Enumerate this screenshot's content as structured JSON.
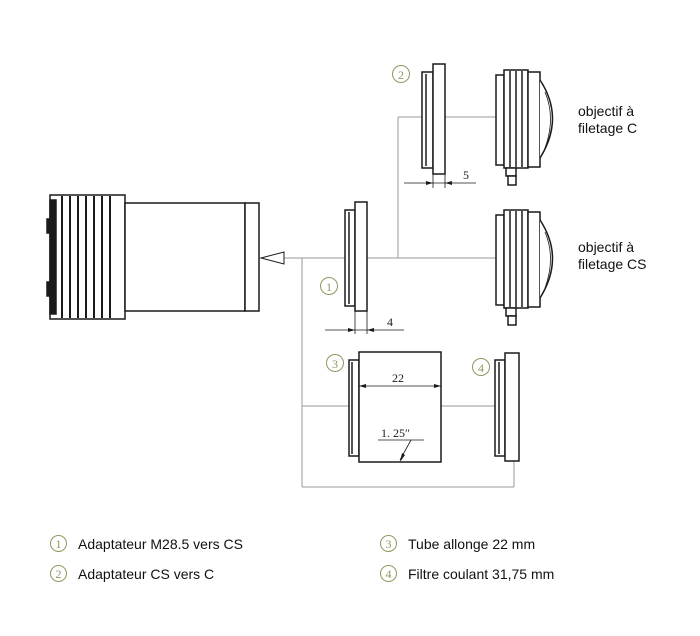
{
  "callouts": {
    "c1": "1",
    "c2": "2",
    "c3": "3",
    "c4": "4"
  },
  "dimensions": {
    "d5": "5",
    "d4": "4",
    "d22": "22",
    "d125": "1. 25″"
  },
  "labels": {
    "c_mount_line1": "objectif à",
    "c_mount_line2": "filetage C",
    "cs_mount_line1": "objectif à",
    "cs_mount_line2": "filetage CS"
  },
  "legend": [
    {
      "num": "1",
      "text": "Adaptateur M28.5 vers CS"
    },
    {
      "num": "2",
      "text": "Adaptateur CS vers C"
    },
    {
      "num": "3",
      "text": "Tube allonge 22 mm"
    },
    {
      "num": "4",
      "text": "Filtre coulant 31,75 mm"
    }
  ],
  "colors": {
    "line": "#1a1a1a",
    "connector": "#999999",
    "callout": "#8c9a60"
  }
}
